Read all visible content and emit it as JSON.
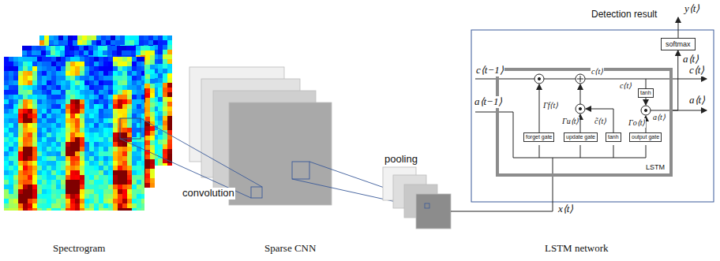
{
  "diagram": {
    "nodes": [
      {
        "text": [
          "LSTM"
        ]
      },
      {
        "text": [
          "forget gate"
        ],
        "in": 0
      },
      {
        "text": [
          "update gate"
        ],
        "in": 0
      },
      {
        "text": [
          "tanh"
        ],
        "in": 0
      },
      {
        "text": [
          "output gate"
        ],
        "in": 0
      },
      {
        "text": [
          "tanh"
        ],
        "in": 0
      },
      {
        "text": [
          "softmax"
        ]
      }
    ],
    "edges": [
      {
        "from": 0,
        "to": 6,
        "arrow": "to"
      }
    ],
    "labels": [
      "convolution",
      "pooling",
      "Spectrogram",
      "Sparse CNN",
      "LSTM network",
      "Detection result",
      "y⟨t⟩",
      "a⟨t⟩",
      "c⟨t−1⟩",
      "c⟨t⟩",
      "a⟨t⟩",
      "a⟨t−1⟩",
      "x⟨t⟩",
      "c⟨t⟩",
      "c⟨t⟩",
      "a⟨t⟩",
      "Γf⟨t⟩",
      "Γu⟨t⟩",
      "c̃⟨t⟩",
      "Γo⟨t⟩"
    ]
  }
}
